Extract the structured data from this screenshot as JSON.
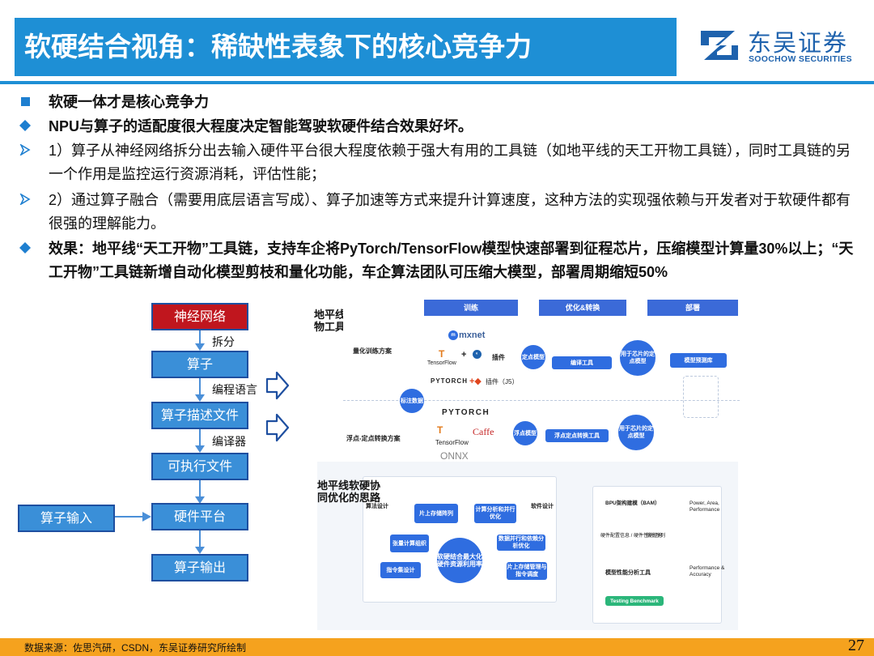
{
  "header": {
    "title": "软硬结合视角：稀缺性表象下的核心竞争力",
    "logo_cn": "东吴证券",
    "logo_en": "SOOCHOW SECURITIES"
  },
  "bullets": [
    {
      "text": "软硬一体才是核心竞争力"
    },
    {
      "text": "NPU与算子的适配度很大程度决定智能驾驶软硬件结合效果好坏。"
    },
    {
      "text": "1）算子从神经网络拆分出去输入硬件平台很大程度依赖于强大有用的工具链（如地平线的天工开物工具链），同时工具链的另一个作用是监控运行资源消耗，评估性能；"
    },
    {
      "text": "2）通过算子融合（需要用底层语言写成）、算子加速等方式来提升计算速度，这种方法的实现强依赖与开发者对于软硬件都有很强的理解能力。"
    },
    {
      "text": "效果：地平线“天工开物”工具链，支持车企将PyTorch/TensorFlow模型快速部署到征程芯片，压缩模型计算量30%以上；“天工开物”工具链新增自动化模型剪枝和量化功能，车企算法团队可压缩大模型，部署周期缩短50%"
    }
  ],
  "flow": {
    "nn": "神经网络",
    "split": "拆分",
    "op": "算子",
    "lang": "编程语言",
    "desc": "算子描述文件",
    "compiler": "编译器",
    "exe": "可执行文件",
    "input": "算子输入",
    "hw": "硬件平台",
    "output": "算子输出"
  },
  "panel1": {
    "label": "地平线天工开物工具链",
    "col_train": "训练",
    "col_opt": "优化&转换",
    "col_deploy": "部署",
    "quant_train": "量化训练方案",
    "mxnet": "mxnet",
    "tf": "TensorFlow",
    "plugin": "插件",
    "pytorch": "PYTORCH",
    "plugin_js": "插件（J5）",
    "fixed_model": "定点模型",
    "compile_tool": "编译工具",
    "chip_fixed": "用于芯片的定点模型",
    "model_lib": "模型预测库",
    "label_data": "标注数据",
    "pytorch2": "PYTORCH",
    "caffe": "Caffe",
    "tf2": "TensorFlow",
    "onnx": "ONNX",
    "float_fixed": "浮点-定点转换方案",
    "float_model": "浮点模型",
    "float_tool": "浮点定点转换工具",
    "chip_fixed2": "用于芯片的定点模型"
  },
  "panel2": {
    "label": "地平线软硬协同优化的思路",
    "alg_design": "算法设计",
    "sw_design": "软件设计",
    "onchip": "片上存储阵列",
    "compute_parallel": "计算分析和并行优化",
    "tensor_org": "张量计算组织",
    "data_flow": "数据并行和依赖分析优化",
    "center": "软硬结合最大化硬件资源利用率",
    "inst_design": "指令集设计",
    "onchip_mgmt": "片上存储管理与指令调度",
    "bpu": "BPU架构建模（BAM）",
    "hw_info": "硬件配置信息 / 硬件性能信息",
    "inst_seq": "指令序列",
    "perf_tool": "模型性能分析工具",
    "ppa": "Power, Area, Performance",
    "pa": "Performance & Accuracy",
    "bench": "Testing Benchmark"
  },
  "footer": {
    "source": "数据来源：佐思汽研，CSDN，东吴证券研究所绘制",
    "page": "27"
  }
}
